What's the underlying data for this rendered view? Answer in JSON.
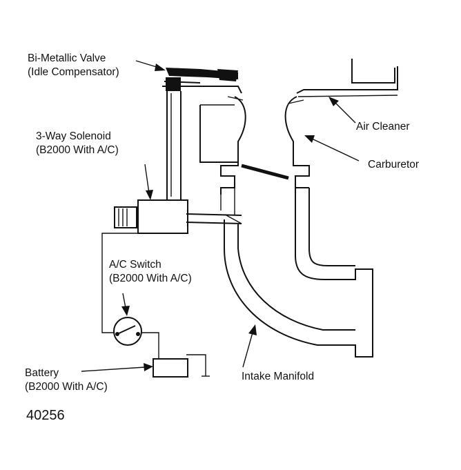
{
  "labels": {
    "bimetallic_line1": "Bi-Metallic Valve",
    "bimetallic_line2": "(Idle Compensator)",
    "solenoid_line1": "3-Way Solenoid",
    "solenoid_line2": "(B2000 With A/C)",
    "ac_switch_line1": "A/C Switch",
    "ac_switch_line2": "(B2000 With A/C)",
    "battery_line1": "Battery",
    "battery_line2": "(B2000 With A/C)",
    "air_cleaner": "Air Cleaner",
    "carburetor": "Carburetor",
    "intake_manifold": "Intake Manifold"
  },
  "figure_number": "40256"
}
